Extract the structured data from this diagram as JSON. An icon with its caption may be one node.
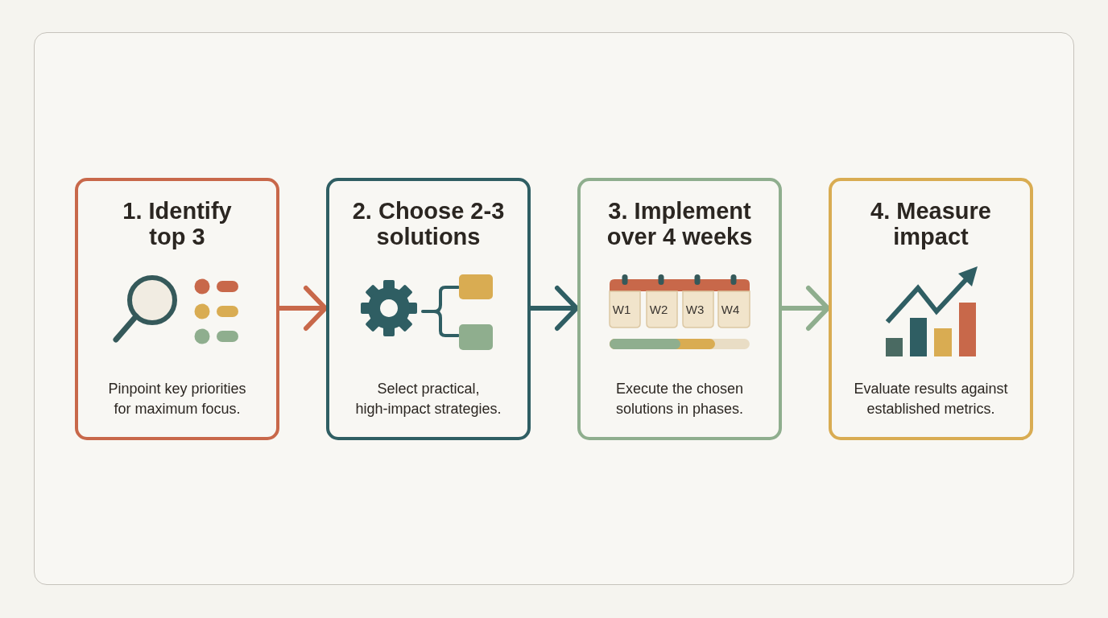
{
  "diagram": {
    "nodes": [
      {
        "text": [
          "1. Identify top 3",
          "Pinpoint key priorities for maximum focus."
        ]
      },
      {
        "text": [
          "2. Choose 2-3 solutions",
          "Select practical, high-impact strategies."
        ]
      },
      {
        "text": [
          "3. Implement over 4 weeks",
          "Execute the chosen solutions in phases."
        ]
      },
      {
        "text": [
          "4. Measure impact",
          "Evaluate results against established metrics."
        ]
      }
    ],
    "edges": [
      {
        "from": 0,
        "to": 1,
        "arrow": "to",
        "color": "#c8684a"
      },
      {
        "from": 1,
        "to": 2,
        "arrow": "to",
        "color": "#2f5e63"
      },
      {
        "from": 2,
        "to": 3,
        "arrow": "to",
        "color": "#8fae8e"
      }
    ],
    "labels": [
      "W1",
      "W2",
      "W3",
      "W4"
    ]
  }
}
